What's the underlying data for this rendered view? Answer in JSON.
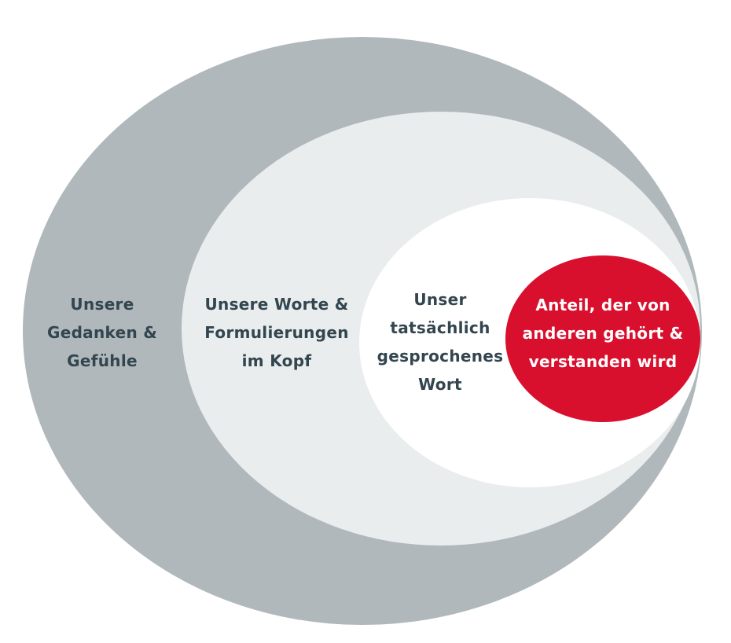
{
  "colors": {
    "outer": "#b0b8bc",
    "middle": "#e9edee",
    "inner": "#ffffff",
    "core": "#d8102e",
    "text": "#33454e"
  },
  "layers": [
    {
      "lines": [
        "Unsere",
        "Gedanken &",
        "Gefühle"
      ]
    },
    {
      "lines": [
        "Unsere Worte &",
        "Formulierungen",
        "im Kopf"
      ]
    },
    {
      "lines": [
        "Unser",
        "tatsächlich",
        "gesprochenes",
        "Wort"
      ]
    },
    {
      "lines": [
        "Anteil, der von",
        "anderen gehört &",
        "verstanden wird"
      ]
    }
  ]
}
